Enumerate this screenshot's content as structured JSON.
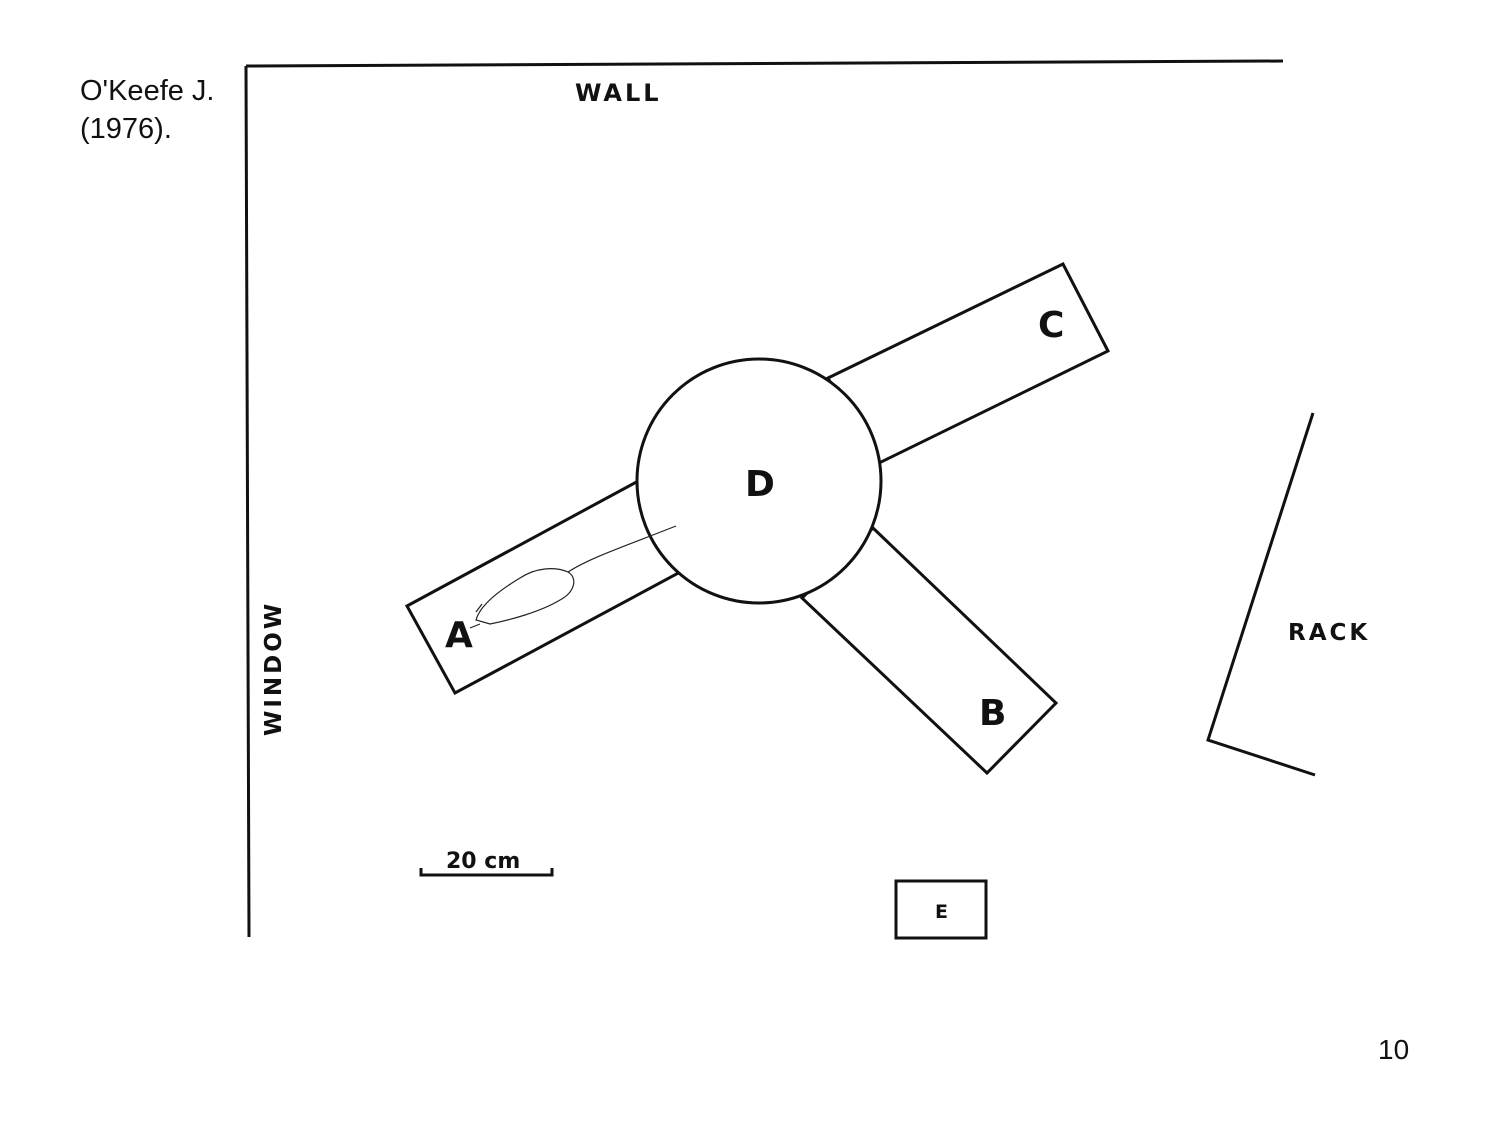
{
  "citation": {
    "line1": "O'Keefe J.",
    "line2": "(1976)."
  },
  "labels": {
    "wall": "WALL",
    "window": "WINDOW",
    "rack": "RACK",
    "arm_a": "A",
    "arm_b": "B",
    "arm_c": "C",
    "center_d": "D",
    "box_e": "E",
    "scale_bar": "20 cm"
  },
  "page_number": "10"
}
